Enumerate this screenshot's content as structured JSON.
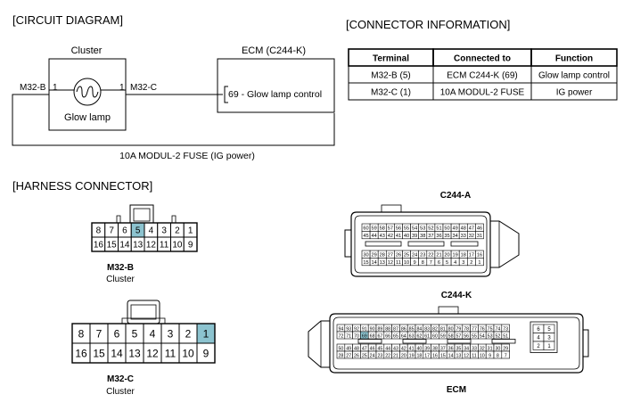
{
  "circuit": {
    "section_title": "[CIRCUIT DIAGRAM]",
    "cluster_label": "Cluster",
    "glow_lamp_label": "Glow lamp",
    "ecm_label": "ECM (C244-K)",
    "ecm_pin_text": "69 - Glow lamp control",
    "left_pin_connector": "M32-B",
    "left_pin_number": "1",
    "right_pin_number": "1",
    "right_pin_connector": "M32-C",
    "fuse_label": "10A MODUL-2 FUSE (IG power)"
  },
  "connector_info": {
    "section_title": "[CONNECTOR INFORMATION]",
    "headers": [
      "Terminal",
      "Connected to",
      "Function"
    ],
    "rows": [
      [
        "M32-B (5)",
        "ECM C244-K (69)",
        "Glow lamp control"
      ],
      [
        "M32-C (1)",
        "10A MODUL-2 FUSE",
        "IG power"
      ]
    ]
  },
  "harness": {
    "section_title": "[HARNESS CONNECTOR]",
    "highlight_color": "#8cc3cf",
    "m32b": {
      "name": "M32-B",
      "sub": "Cluster",
      "top_row": [
        "8",
        "7",
        "6",
        "5",
        "4",
        "3",
        "2",
        "1"
      ],
      "bottom_row": [
        "16",
        "15",
        "14",
        "13",
        "12",
        "11",
        "10",
        "9"
      ],
      "highlight": "5"
    },
    "m32c": {
      "name": "M32-C",
      "sub": "Cluster",
      "top_row": [
        "8",
        "7",
        "6",
        "5",
        "4",
        "3",
        "2",
        "1"
      ],
      "bottom_row": [
        "16",
        "15",
        "14",
        "13",
        "12",
        "11",
        "10",
        "9"
      ],
      "highlight": "1"
    },
    "c244a": {
      "name": "C244-A",
      "row1": [
        "60",
        "59",
        "58",
        "57",
        "56",
        "55",
        "54",
        "53",
        "52",
        "51",
        "50",
        "49",
        "48",
        "47",
        "46"
      ],
      "row2": [
        "45",
        "44",
        "43",
        "42",
        "41",
        "40",
        "39",
        "38",
        "37",
        "36",
        "35",
        "34",
        "33",
        "32",
        "31"
      ],
      "row3": [
        "30",
        "29",
        "28",
        "27",
        "26",
        "25",
        "24",
        "23",
        "22",
        "21",
        "20",
        "19",
        "18",
        "17",
        "16"
      ],
      "row4": [
        "15",
        "14",
        "13",
        "12",
        "11",
        "10",
        "9",
        "8",
        "7",
        "6",
        "5",
        "4",
        "3",
        "2",
        "1"
      ]
    },
    "c244k": {
      "name": "C244-K",
      "sub": "ECM",
      "row1": [
        "94",
        "93",
        "92",
        "91",
        "90",
        "89",
        "88",
        "87",
        "86",
        "85",
        "84",
        "83",
        "82",
        "81",
        "80",
        "79",
        "78",
        "77",
        "76",
        "75",
        "74",
        "73"
      ],
      "row2": [
        "72",
        "71",
        "70",
        "69",
        "68",
        "67",
        "66",
        "65",
        "64",
        "63",
        "62",
        "61",
        "60",
        "59",
        "58",
        "57",
        "56",
        "55",
        "54",
        "53",
        "52",
        "51"
      ],
      "row3": [
        "50",
        "49",
        "48",
        "47",
        "46",
        "45",
        "44",
        "43",
        "42",
        "41",
        "40",
        "39",
        "38",
        "37",
        "36",
        "35",
        "34",
        "33",
        "32",
        "31",
        "30",
        "29"
      ],
      "row4": [
        "28",
        "27",
        "26",
        "25",
        "24",
        "23",
        "22",
        "21",
        "20",
        "19",
        "18",
        "17",
        "16",
        "15",
        "14",
        "13",
        "12",
        "11",
        "10",
        "9",
        "8",
        "7"
      ],
      "side_rows": [
        [
          "6",
          "5"
        ],
        [
          "4",
          "3"
        ],
        [
          "2",
          "1"
        ]
      ],
      "highlight": "69"
    }
  }
}
